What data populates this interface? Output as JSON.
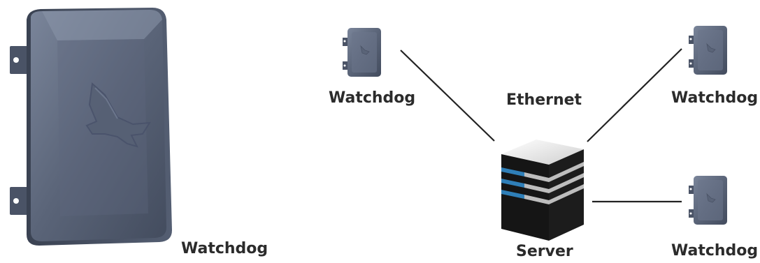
{
  "diagram": {
    "main_device_label": "Watchdog",
    "network": {
      "left_node_label": "Watchdog",
      "top_right_node_label": "Watchdog",
      "bottom_right_node_label": "Watchdog",
      "hub_label": "Server",
      "link_label": "Ethernet"
    }
  },
  "colors": {
    "enclosure": "#5a6478",
    "enclosure_dark": "#3e4656",
    "enclosure_light": "#7a859a",
    "server_body": "#1a1a1a",
    "server_stripe": "#2f7fb8",
    "line": "#222222",
    "text": "#2b2b2b"
  }
}
